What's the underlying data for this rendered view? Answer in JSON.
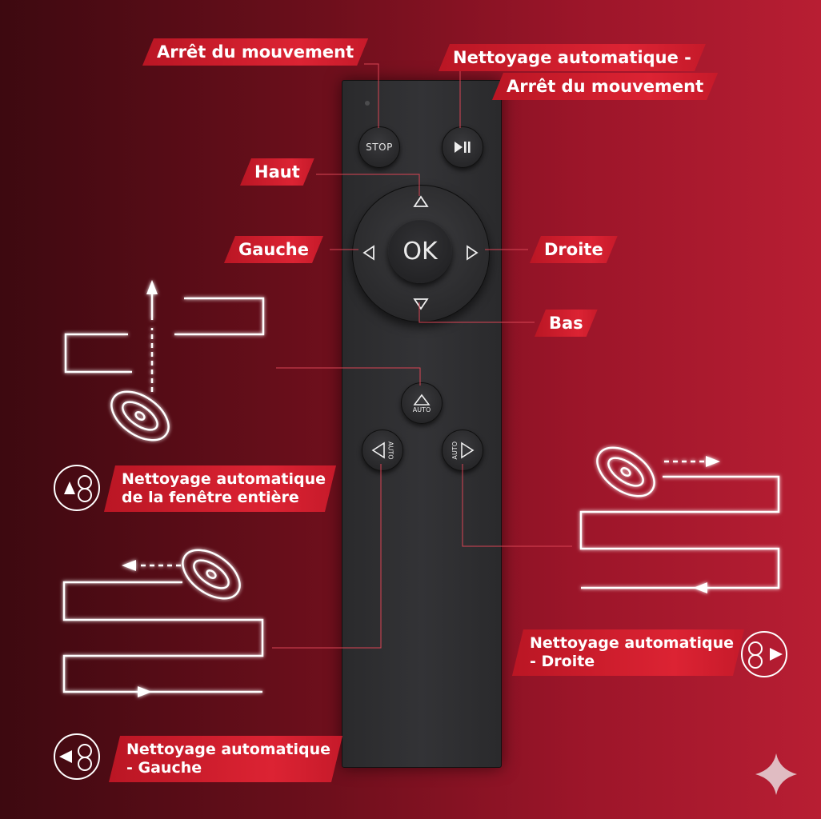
{
  "labels": {
    "stop_top": "Arrêt du mouvement",
    "auto_stop_line1": "Nettoyage automatique -",
    "auto_stop_line2": "Arrêt du mouvement",
    "haut": "Haut",
    "gauche": "Gauche",
    "droite": "Droite",
    "bas": "Bas",
    "full_window_line1": "Nettoyage automatique",
    "full_window_line2": "de la fenêtre entière",
    "right_line1": "Nettoyage automatique",
    "right_line2": "- Droite",
    "left_line1": "Nettoyage automatique",
    "left_line2": "- Gauche"
  },
  "remote": {
    "stop_label": "STOP",
    "ok_label": "OK",
    "auto_label": "AUTO",
    "play_pause_icon": "play-pause-icon"
  },
  "colors": {
    "label_red": "#dc2333",
    "glow_white": "#ffffff",
    "remote_body": "#2f2f31"
  }
}
